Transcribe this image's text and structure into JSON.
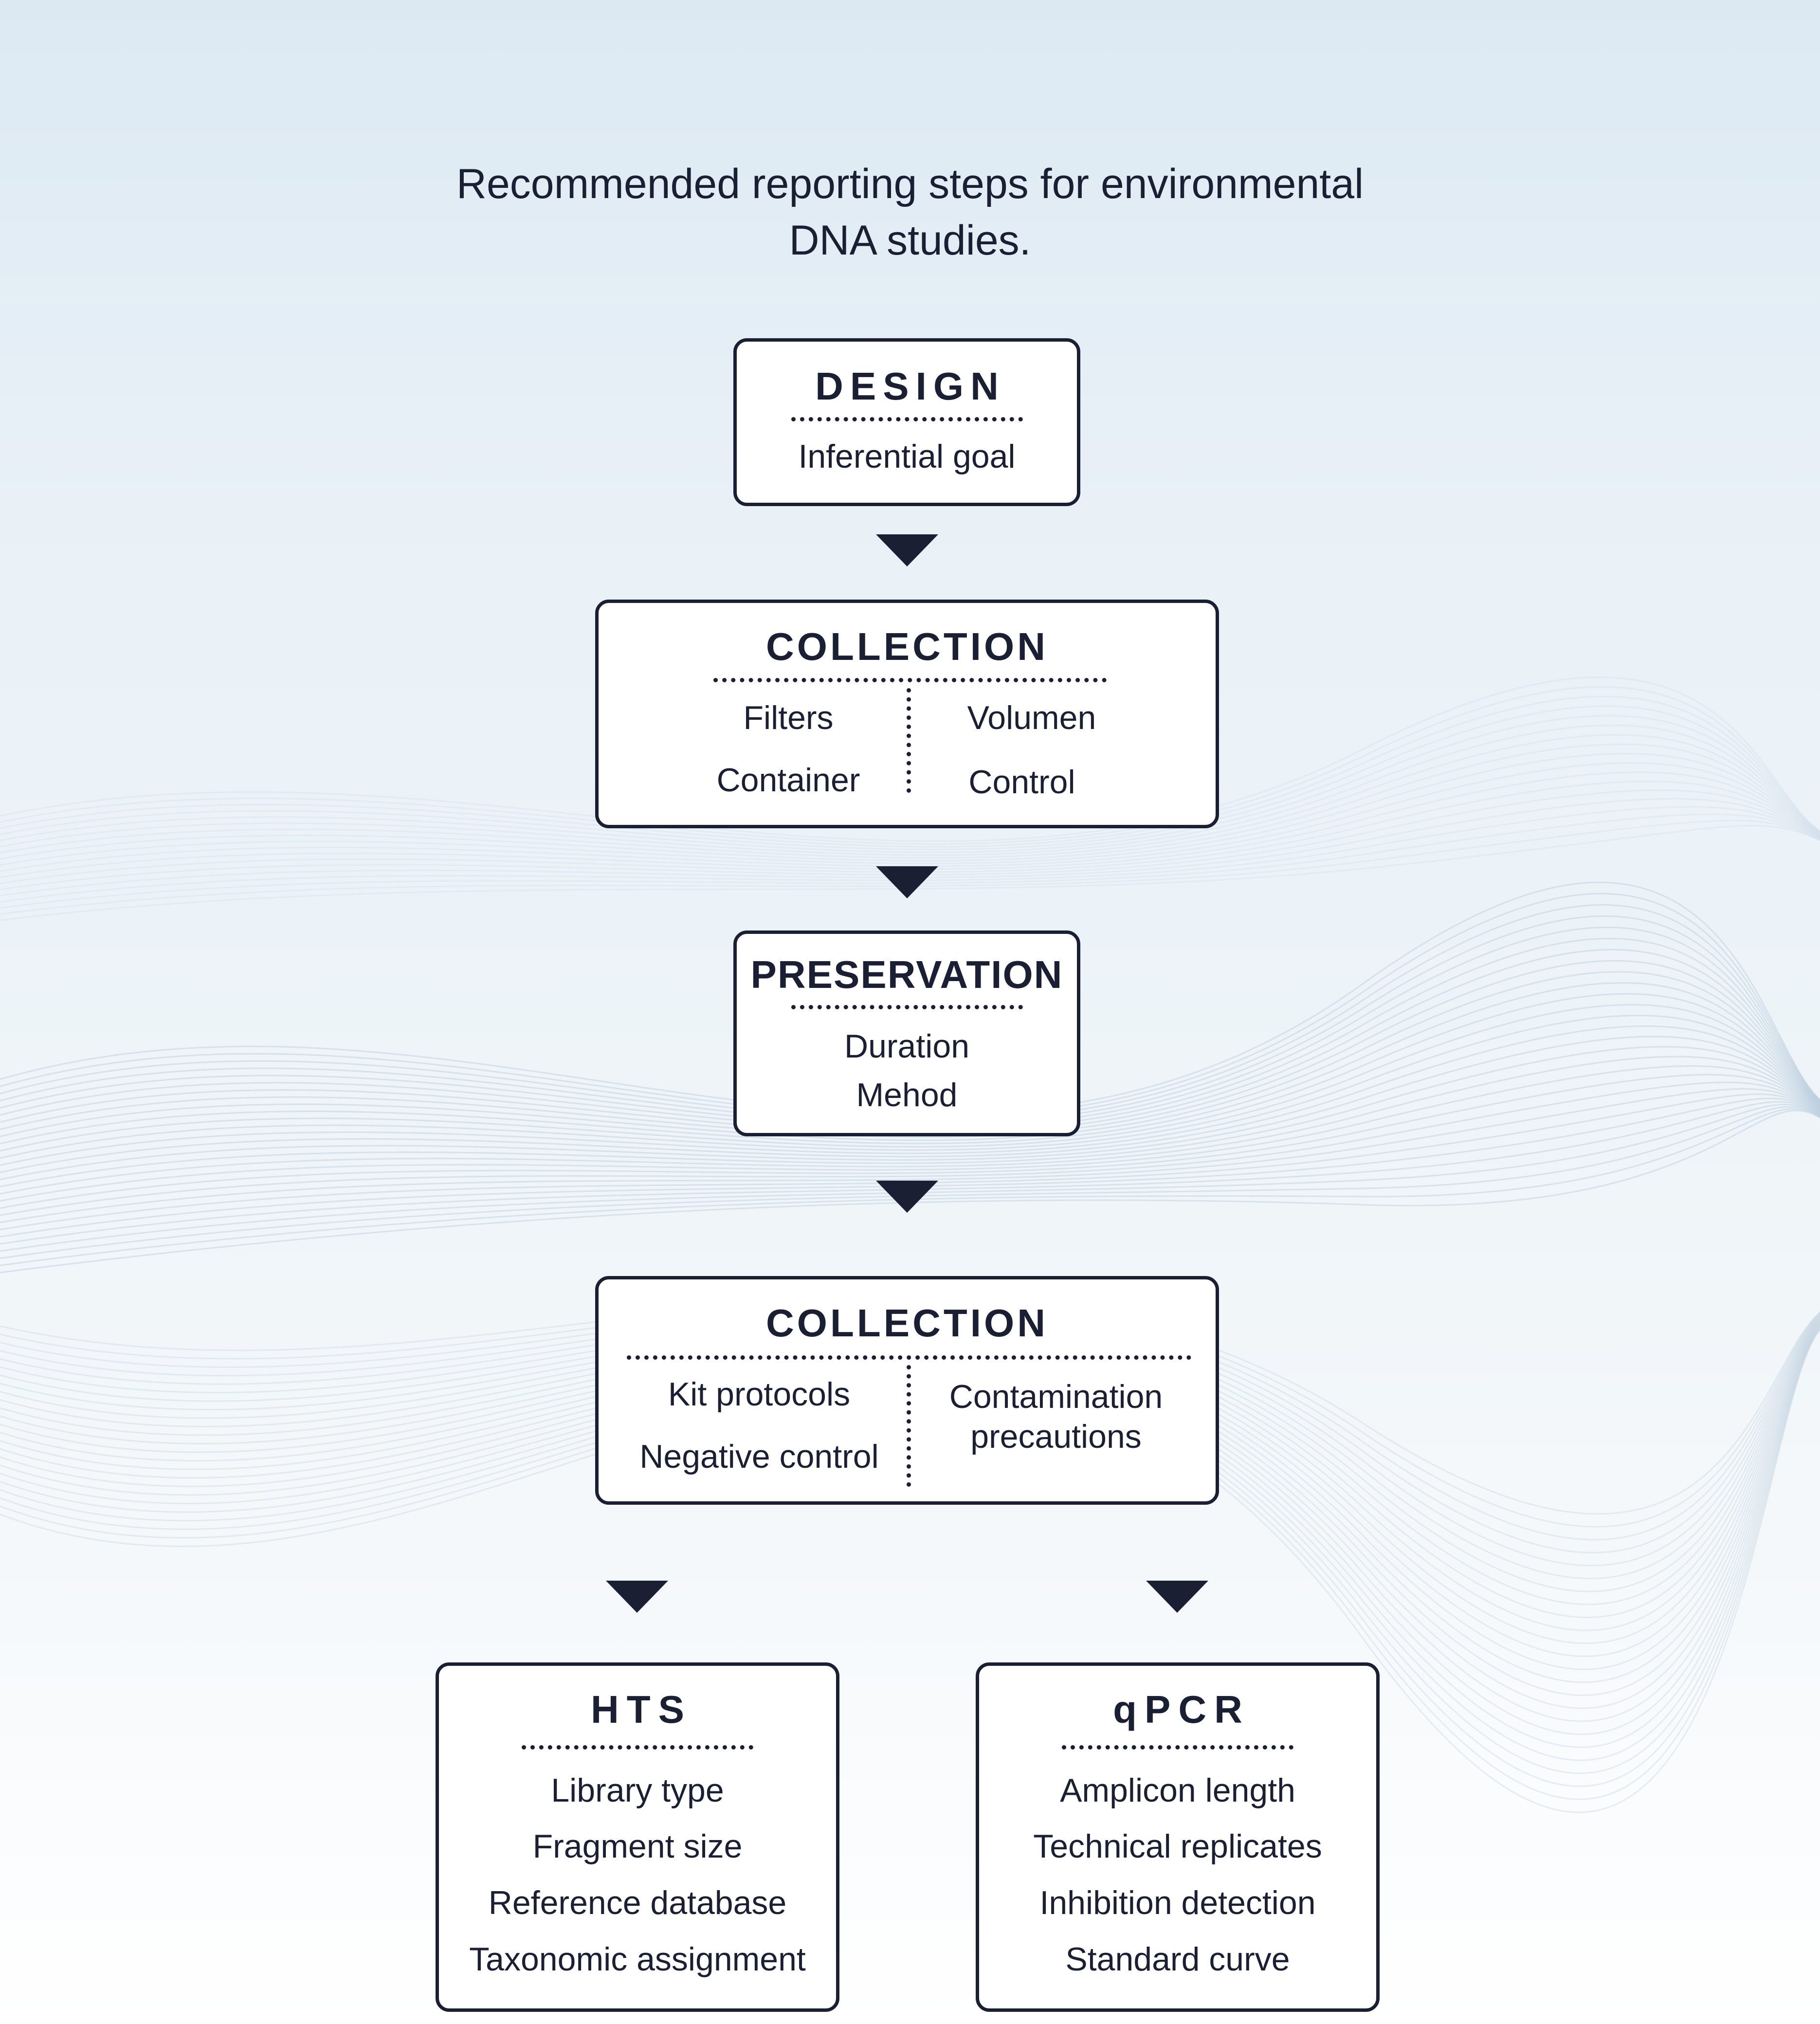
{
  "title": "Recommended reporting steps for environmental DNA studies.",
  "design": {
    "header": "DESIGN",
    "items": [
      "Inferential goal"
    ]
  },
  "collection": {
    "header": "COLLECTION",
    "left": [
      "Filters",
      "Container"
    ],
    "right": [
      "Volumen",
      "Control"
    ]
  },
  "preservation": {
    "header": "PRESERVATION",
    "items": [
      "Duration",
      "Mehod"
    ]
  },
  "collection2": {
    "header": "COLLECTION",
    "left": [
      "Kit protocols",
      "Negative control"
    ],
    "right": [
      "Contamination precautions"
    ]
  },
  "hts": {
    "header": "HTS",
    "items": [
      "Library type",
      "Fragment size",
      "Reference database",
      "Taxonomic assignment"
    ]
  },
  "qpcr": {
    "header": "qPCR",
    "items": [
      "Amplicon length",
      "Technical replicates",
      "Inhibition detection",
      "Standard curve"
    ]
  },
  "colors": {
    "ink": "#1b1f33",
    "box_fill": "#ffffff",
    "background_top": "#dce9f3"
  },
  "icons": [
    "arrow-down-icon"
  ]
}
